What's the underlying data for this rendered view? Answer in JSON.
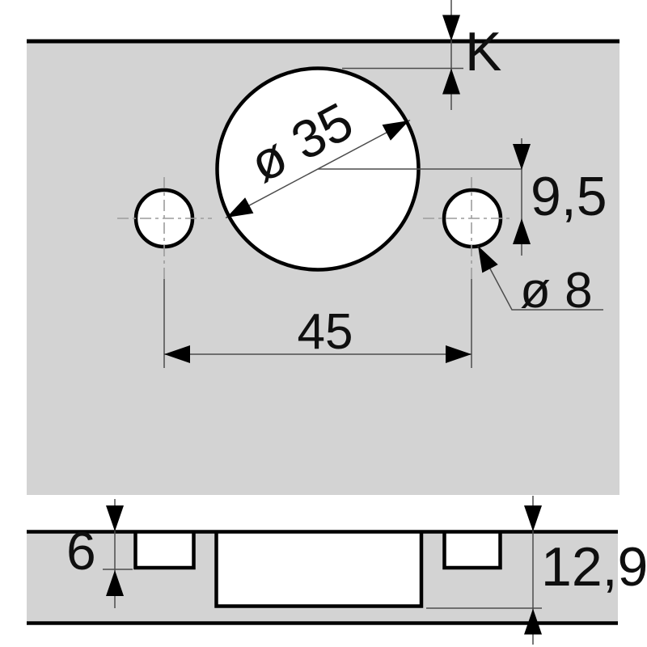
{
  "drawing": {
    "kind": "hinge-cup-drilling-pattern",
    "views": {
      "top_view": "panel face with cup hole and two screw holes",
      "section_view": "panel edge section with drilling depths"
    }
  },
  "labels": {
    "edge_distance": "K",
    "cup_diameter": "ø 35",
    "screw_offset": "9,5",
    "screw_diameter": "ø 8",
    "screw_spacing": "45",
    "screw_depth": "6",
    "drilling_depth": "12,9"
  },
  "colors": {
    "background": "#ffffff",
    "panel_fill": "#d3d3d3",
    "outline": "#000000",
    "dimension_line": "#4c4c4c",
    "centerline": "#9c9c9c",
    "text": "#0f0f0f"
  }
}
